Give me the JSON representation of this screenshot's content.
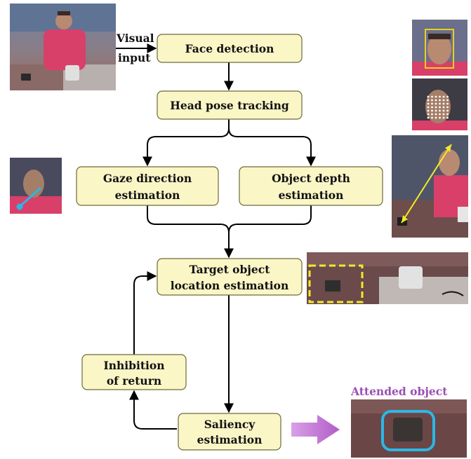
{
  "diagram": {
    "visual_input": [
      "Visual",
      "input"
    ],
    "nodes": {
      "face_detection": [
        "Face detection"
      ],
      "head_pose": [
        "Head pose tracking"
      ],
      "gaze": [
        "Gaze direction",
        "estimation"
      ],
      "depth": [
        "Object depth",
        "estimation"
      ],
      "target": [
        "Target object",
        "location estimation"
      ],
      "inhibition": [
        "Inhibition",
        "of return"
      ],
      "saliency": [
        "Saliency",
        "estimation"
      ]
    },
    "attended_object": "Attended object"
  },
  "colors": {
    "node_fill": "#fbf6c6",
    "accent_purple": "#9b4fb4",
    "face_box_yellow": "#e8d21a",
    "attended_box_cyan": "#2bb7e6"
  }
}
